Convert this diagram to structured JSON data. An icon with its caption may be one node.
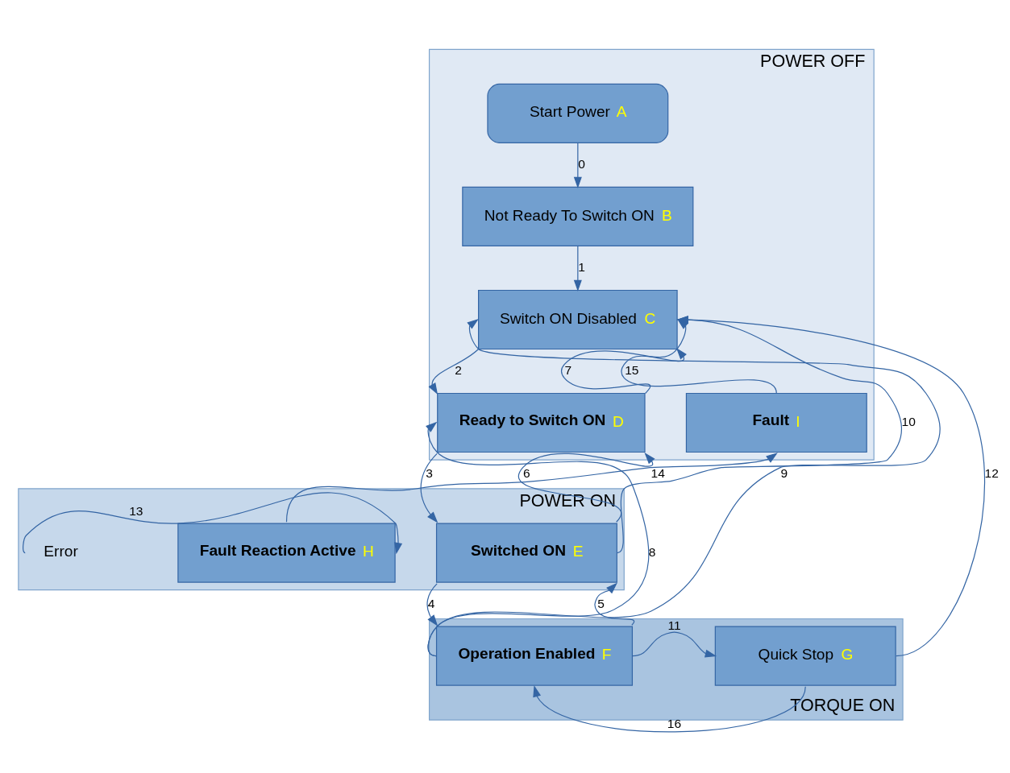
{
  "diagram": {
    "nodes": [
      {
        "text": [
          "POWER OFF"
        ]
      },
      {
        "text": [
          "Start Power",
          "A"
        ],
        "in": 0
      },
      {
        "text": [
          "Not Ready To Switch ON",
          "B"
        ],
        "in": 0
      },
      {
        "text": [
          "Switch ON Disabled",
          "C"
        ],
        "in": 0
      },
      {
        "text": [
          "Ready to Switch ON",
          "D"
        ],
        "in": 0
      },
      {
        "text": [
          "Fault",
          "I"
        ],
        "in": 0
      },
      {
        "text": [
          "POWER ON"
        ]
      },
      {
        "text": [
          "Switched ON",
          "E"
        ],
        "in": 6
      },
      {
        "text": [
          "Fault Reaction Active",
          "H"
        ],
        "in": 6
      },
      {
        "text": [
          "Error"
        ],
        "in": 6
      },
      {
        "text": [
          "TORQUE ON"
        ]
      },
      {
        "text": [
          "Operation Enabled",
          "F"
        ],
        "in": 10
      },
      {
        "text": [
          "Quick Stop",
          "G"
        ],
        "in": 10
      }
    ],
    "edges": [
      {
        "from": 1,
        "to": 2,
        "arrow": "to",
        "label": "0"
      },
      {
        "from": 2,
        "to": 3,
        "arrow": "to",
        "label": "1"
      },
      {
        "from": 3,
        "to": 4,
        "arrow": "to",
        "label": "2"
      },
      {
        "from": 4,
        "to": 7,
        "arrow": "to",
        "label": "3"
      },
      {
        "from": 7,
        "to": 11,
        "arrow": "to",
        "label": "4"
      },
      {
        "from": 11,
        "to": 7,
        "arrow": "to",
        "label": "5"
      },
      {
        "from": 7,
        "to": 4,
        "arrow": "to",
        "label": "6"
      },
      {
        "from": 4,
        "to": 3,
        "arrow": "to",
        "label": "7"
      },
      {
        "from": 11,
        "to": 4,
        "arrow": "to",
        "label": "8"
      },
      {
        "from": 11,
        "to": 3,
        "arrow": "to",
        "label": "9"
      },
      {
        "from": 7,
        "to": 3,
        "arrow": "to",
        "label": "10"
      },
      {
        "from": 11,
        "to": 12,
        "arrow": "to",
        "label": "11"
      },
      {
        "from": 12,
        "to": 3,
        "arrow": "to",
        "label": "12"
      },
      {
        "from": 9,
        "to": 8,
        "arrow": "to",
        "label": "13"
      },
      {
        "from": 8,
        "to": 5,
        "arrow": "to",
        "label": "14"
      },
      {
        "from": 5,
        "to": 3,
        "arrow": "to",
        "label": "15"
      },
      {
        "from": 12,
        "to": 11,
        "arrow": "to",
        "label": "16"
      }
    ]
  }
}
